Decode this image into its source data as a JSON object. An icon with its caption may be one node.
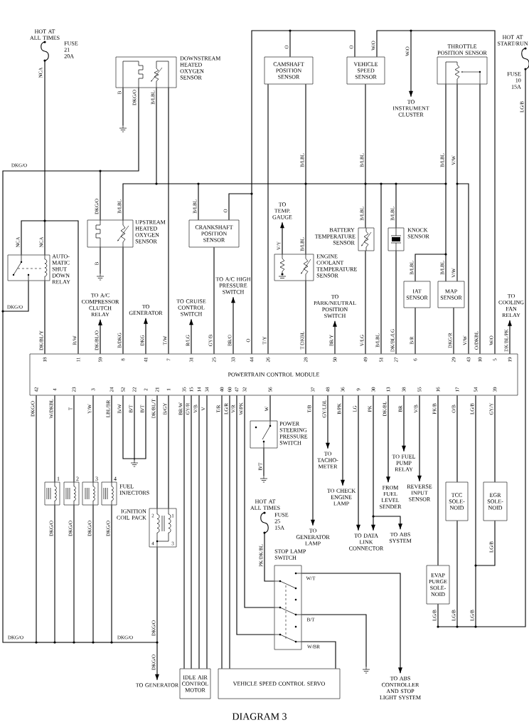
{
  "diagram": {
    "title": "DIAGRAM 3",
    "nodes": [
      {
        "text": [
          "HOT AT ALL TIMES"
        ],
        "beside": [
          "FUSE 21 20A"
        ]
      },
      {
        "text": [
          "DOWNSTREAM HEATED OXYGEN SENSOR"
        ]
      },
      {
        "text": [
          "CAMSHAFT POSITION SENSOR"
        ]
      },
      {
        "text": [
          "VEHICLE SPEED SENSOR"
        ]
      },
      {
        "text": [
          "TO INSTRUMENT CLUSTER"
        ]
      },
      {
        "text": [
          "THROTTLE POSITION SENSOR"
        ]
      },
      {
        "text": [
          "HOT AT START/RUN"
        ],
        "beside": [
          "FUSE 10 15A"
        ]
      },
      {
        "text": [],
        "shape": "ground"
      },
      {
        "text": [
          "UPSTREAM HEATED OXYGEN SENSOR"
        ]
      },
      {
        "text": [
          "CRANKSHAFT POSITION SENSOR"
        ]
      },
      {
        "text": [
          "TO TEMP. GAUGE"
        ]
      },
      {
        "text": [
          "BATTERY TEMPERATURE SENSOR"
        ]
      },
      {
        "text": [
          "KNOCK SENSOR"
        ]
      },
      {
        "text": [
          "AUTO-MATIC SHUT DOWN RELAY"
        ]
      },
      {
        "text": [],
        "shape": "ground"
      },
      {
        "text": [
          "ENGINE COOLANT TEMPERATURE SENSOR"
        ]
      },
      {
        "text": [
          "IAT SENSOR"
        ]
      },
      {
        "text": [
          "MAP SENSOR"
        ]
      },
      {
        "text": [
          "TO A/C HIGH PRESSURE SWITCH"
        ]
      },
      {
        "text": [
          "TO A/C COMPRESSOR CLUTCH RELAY"
        ]
      },
      {
        "text": [
          "TO GENERATOR"
        ]
      },
      {
        "text": [
          "TO CRUISE CONTROL SWITCH"
        ]
      },
      {
        "text": [
          "TO PARK/NEUTRAL POSITION SWITCH"
        ]
      },
      {
        "text": [
          "TO COOLING FAN RELAY"
        ]
      },
      {
        "text": [
          "POWERTRAIN CONTROL MODULE"
        ]
      },
      {
        "text": [
          "POWER STEERING PRESSURE SWITCH"
        ]
      },
      {
        "text": [
          "TO TACHO-METER"
        ]
      },
      {
        "text": [
          "TO FUEL PUMP RELAY"
        ]
      },
      {
        "text": [],
        "shape": "ground"
      },
      {
        "text": [],
        "shape": "ground"
      },
      {
        "text": [
          "1"
        ]
      },
      {
        "text": [
          "2"
        ]
      },
      {
        "text": [
          "3"
        ]
      },
      {
        "text": [
          "4"
        ],
        "beside": [
          "FUEL INJECTORS"
        ]
      },
      {
        "text": [
          "TO CHECK ENGINE LAMP"
        ]
      },
      {
        "text": [
          "FROM FUEL LEVEL SENDER"
        ]
      },
      {
        "text": [
          "REVERSE INPUT SENSOR"
        ]
      },
      {
        "text": [
          "TCC SOLE-NOID"
        ]
      },
      {
        "text": [
          "EGR SOLE-NOID"
        ]
      },
      {
        "text": [
          "IGNITION COIL PACK"
        ]
      },
      {
        "text": [
          "HOT AT ALL TIMES"
        ],
        "beside": [
          "FUSE 25 15A"
        ]
      },
      {
        "text": [
          "TO GENERATOR LAMP"
        ]
      },
      {
        "text": [
          "TO DATA LINK CONNECTOR"
        ]
      },
      {
        "text": [
          "TO ABS SYSTEM"
        ]
      },
      {
        "text": [
          "STOP LAMP SWITCH"
        ]
      },
      {
        "text": [
          "EVAP PURGE SOLE-NOID"
        ]
      },
      {
        "text": [],
        "shape": "ground"
      },
      {
        "text": [
          "TO GENERATOR"
        ]
      },
      {
        "text": [
          "IDLE AIR CONTROL MOTOR"
        ]
      },
      {
        "text": [
          "VEHICLE SPEED CONTROL SERVO"
        ]
      },
      {
        "text": [
          "TO ABS CONTROLLER AND STOP LIGHT SYSTEM"
        ]
      }
    ],
    "edges": [
      {
        "from": 0,
        "to": 13,
        "arrow": "none"
      },
      {
        "from": 0,
        "to": 13,
        "arrow": "none"
      },
      {
        "from": 0,
        "to": 24,
        "arrow": "none"
      },
      {
        "from": 13,
        "to": 24,
        "arrow": "none"
      },
      {
        "from": 13,
        "to": 1,
        "arrow": "none"
      },
      {
        "from": 13,
        "to": 8,
        "arrow": "none"
      },
      {
        "from": 13,
        "to": 30,
        "arrow": "none"
      },
      {
        "from": 13,
        "to": 31,
        "arrow": "none"
      },
      {
        "from": 13,
        "to": 32,
        "arrow": "none"
      },
      {
        "from": 13,
        "to": 33,
        "arrow": "none"
      },
      {
        "from": 13,
        "to": 39,
        "arrow": "none"
      },
      {
        "from": 13,
        "to": 47,
        "arrow": "to"
      },
      {
        "from": 13,
        "to": 24,
        "arrow": "none"
      },
      {
        "from": 1,
        "to": 7,
        "arrow": "none"
      },
      {
        "from": 1,
        "to": 24,
        "arrow": "none"
      },
      {
        "from": 24,
        "to": 8,
        "arrow": "none"
      },
      {
        "from": 8,
        "to": 1,
        "arrow": "none"
      },
      {
        "from": 8,
        "to": 14,
        "arrow": "none"
      },
      {
        "from": 8,
        "to": 9,
        "arrow": "none"
      },
      {
        "from": 8,
        "to": 2,
        "arrow": "none"
      },
      {
        "from": 8,
        "to": 15,
        "arrow": "none"
      },
      {
        "from": 8,
        "to": 3,
        "arrow": "none"
      },
      {
        "from": 8,
        "to": 11,
        "arrow": "none"
      },
      {
        "from": 8,
        "to": 24,
        "arrow": "none"
      },
      {
        "from": 8,
        "to": 12,
        "arrow": "none"
      },
      {
        "from": 8,
        "to": 5,
        "arrow": "none"
      },
      {
        "from": 8,
        "to": 16,
        "arrow": "none"
      },
      {
        "from": 8,
        "to": 17,
        "arrow": "none"
      },
      {
        "from": 5,
        "to": 17,
        "arrow": "none"
      },
      {
        "from": 5,
        "to": 24,
        "arrow": "none"
      },
      {
        "from": 5,
        "to": 24,
        "arrow": "none"
      },
      {
        "from": 9,
        "to": 24,
        "arrow": "none"
      },
      {
        "from": 24,
        "to": 9,
        "arrow": "none"
      },
      {
        "from": 24,
        "to": 2,
        "arrow": "none"
      },
      {
        "from": 24,
        "to": 3,
        "arrow": "none"
      },
      {
        "from": 3,
        "to": 24,
        "arrow": "none"
      },
      {
        "from": 3,
        "to": 4,
        "arrow": "to"
      },
      {
        "from": 2,
        "to": 24,
        "arrow": "none"
      },
      {
        "from": 15,
        "to": 24,
        "arrow": "none"
      },
      {
        "from": 15,
        "to": 10,
        "arrow": "to"
      },
      {
        "from": 11,
        "to": 24,
        "arrow": "none"
      },
      {
        "from": 12,
        "to": 24,
        "arrow": "none"
      },
      {
        "from": 16,
        "to": 24,
        "arrow": "none"
      },
      {
        "from": 17,
        "to": 24,
        "arrow": "none"
      },
      {
        "from": 24,
        "to": 19,
        "arrow": "to"
      },
      {
        "from": 24,
        "to": 20,
        "arrow": "to"
      },
      {
        "from": 24,
        "to": 21,
        "arrow": "to"
      },
      {
        "from": 24,
        "to": 18,
        "arrow": "to"
      },
      {
        "from": 24,
        "to": 22,
        "arrow": "to"
      },
      {
        "from": 24,
        "to": 23,
        "arrow": "to"
      },
      {
        "from": 24,
        "to": 30,
        "arrow": "none"
      },
      {
        "from": 24,
        "to": 31,
        "arrow": "none"
      },
      {
        "from": 24,
        "to": 32,
        "arrow": "none"
      },
      {
        "from": 24,
        "to": 33,
        "arrow": "none"
      },
      {
        "from": 24,
        "to": 28,
        "arrow": "none"
      },
      {
        "from": 24,
        "to": 28,
        "arrow": "none"
      },
      {
        "from": 24,
        "to": 28,
        "arrow": "none"
      },
      {
        "from": 24,
        "to": 39,
        "arrow": "none"
      },
      {
        "from": 24,
        "to": 39,
        "arrow": "none"
      },
      {
        "from": 24,
        "to": 48,
        "arrow": "none"
      },
      {
        "from": 24,
        "to": 48,
        "arrow": "none"
      },
      {
        "from": 24,
        "to": 48,
        "arrow": "none"
      },
      {
        "from": 24,
        "to": 48,
        "arrow": "none"
      },
      {
        "from": 24,
        "to": 49,
        "arrow": "none"
      },
      {
        "from": 24,
        "to": 49,
        "arrow": "none"
      },
      {
        "from": 24,
        "to": 44,
        "arrow": "none"
      },
      {
        "from": 24,
        "to": 44,
        "arrow": "none"
      },
      {
        "from": 40,
        "to": 44,
        "arrow": "none"
      },
      {
        "from": 44,
        "to": 50,
        "arrow": "to"
      },
      {
        "from": 44,
        "to": 46,
        "arrow": "none"
      },
      {
        "from": 44,
        "to": 49,
        "arrow": "none"
      },
      {
        "from": 24,
        "to": 25,
        "arrow": "none"
      },
      {
        "from": 25,
        "to": 29,
        "arrow": "none"
      },
      {
        "from": 24,
        "to": 41,
        "arrow": "to"
      },
      {
        "from": 24,
        "to": 26,
        "arrow": "to"
      },
      {
        "from": 24,
        "to": 34,
        "arrow": "to"
      },
      {
        "from": 24,
        "to": 42,
        "arrow": "to"
      },
      {
        "from": 24,
        "to": 42,
        "arrow": "to"
      },
      {
        "from": 24,
        "to": 43,
        "arrow": "to"
      },
      {
        "from": 24,
        "to": 35,
        "arrow": "to"
      },
      {
        "from": 24,
        "to": 27,
        "arrow": "to"
      },
      {
        "from": 24,
        "to": 36,
        "arrow": "to"
      },
      {
        "from": 24,
        "to": 45,
        "arrow": "none"
      },
      {
        "from": 24,
        "to": 37,
        "arrow": "none"
      },
      {
        "from": 24,
        "to": 38,
        "arrow": "none"
      },
      {
        "from": 6,
        "to": 45,
        "arrow": "none"
      },
      {
        "from": 6,
        "to": 37,
        "arrow": "none"
      },
      {
        "from": 6,
        "to": 38,
        "arrow": "none"
      },
      {
        "from": 6,
        "to": 24,
        "arrow": "none"
      }
    ],
    "labels": [
      "NCA",
      "B",
      "DKG/O",
      "B/LBL",
      "O",
      "O",
      "W/O",
      "W/O",
      "LG/B",
      "DKG/O",
      "B/LBL",
      "B/LBL",
      "B/LBL",
      "V/W",
      "DKG/O",
      "B/LBL",
      "B/LBL",
      "O",
      "V/Y",
      "B/LBL",
      "B/LBL",
      "B/LBL",
      "NCA",
      "NCA",
      "B",
      "B/LBL",
      "B/LBL",
      "V/W",
      "DKG/O",
      "DK/BL/Y",
      "R/W",
      "DK/BL/O",
      "B/DKG",
      "DKG",
      "T/W",
      "R/LG",
      "GY/B",
      "BR/O",
      "O",
      "T/Y",
      "T/DKBL",
      "BR/Y",
      "V/LG",
      "B/LBL",
      "DK/BL/LG",
      "B/R",
      "DKG/R",
      "V/W",
      "O/DKBL",
      "W/O",
      "DK/BL/PK",
      "18",
      "11",
      "59",
      "8",
      "41",
      "7",
      "31",
      "25",
      "33",
      "44",
      "26",
      "28",
      "50",
      "49",
      "51",
      "27",
      "6",
      "29",
      "43",
      "10",
      "5",
      "19",
      "42",
      "4",
      "23",
      "3",
      "24",
      "52",
      "22",
      "2",
      "21",
      "1",
      "35",
      "15",
      "14",
      "34",
      "40",
      "60",
      "47",
      "32",
      "56",
      "37",
      "48",
      "36",
      "9",
      "30",
      "13",
      "38",
      "55",
      "16",
      "17",
      "54",
      "39",
      "DKG/O",
      "W/DKBL",
      "T",
      "Y/W",
      "LBL/BR",
      "B/W",
      "B/T",
      "B/T",
      "DK/BL/T",
      "B/GY",
      "BR/W",
      "GY/R",
      "V/B",
      "V",
      "T/R",
      "LG/R",
      "V/R",
      "W/PK",
      "W",
      "T/B",
      "GY/LBL",
      "B/PK",
      "LG",
      "PK",
      "DK/BL",
      "BR",
      "V/B",
      "PK/B",
      "O/B",
      "LG/B",
      "GY/Y",
      "B/T",
      "2",
      "1",
      "4",
      "3",
      "DKG/O",
      "DKG/O",
      "DKG/O",
      "DKG/O",
      "PK/DK/BL",
      "W/T",
      "LG/B",
      "B/T",
      "W/BR",
      "LG/B",
      "LG/B",
      "LG/B",
      "DKG/O",
      "DKG/O",
      "DKG/O",
      "DKG/O"
    ]
  }
}
